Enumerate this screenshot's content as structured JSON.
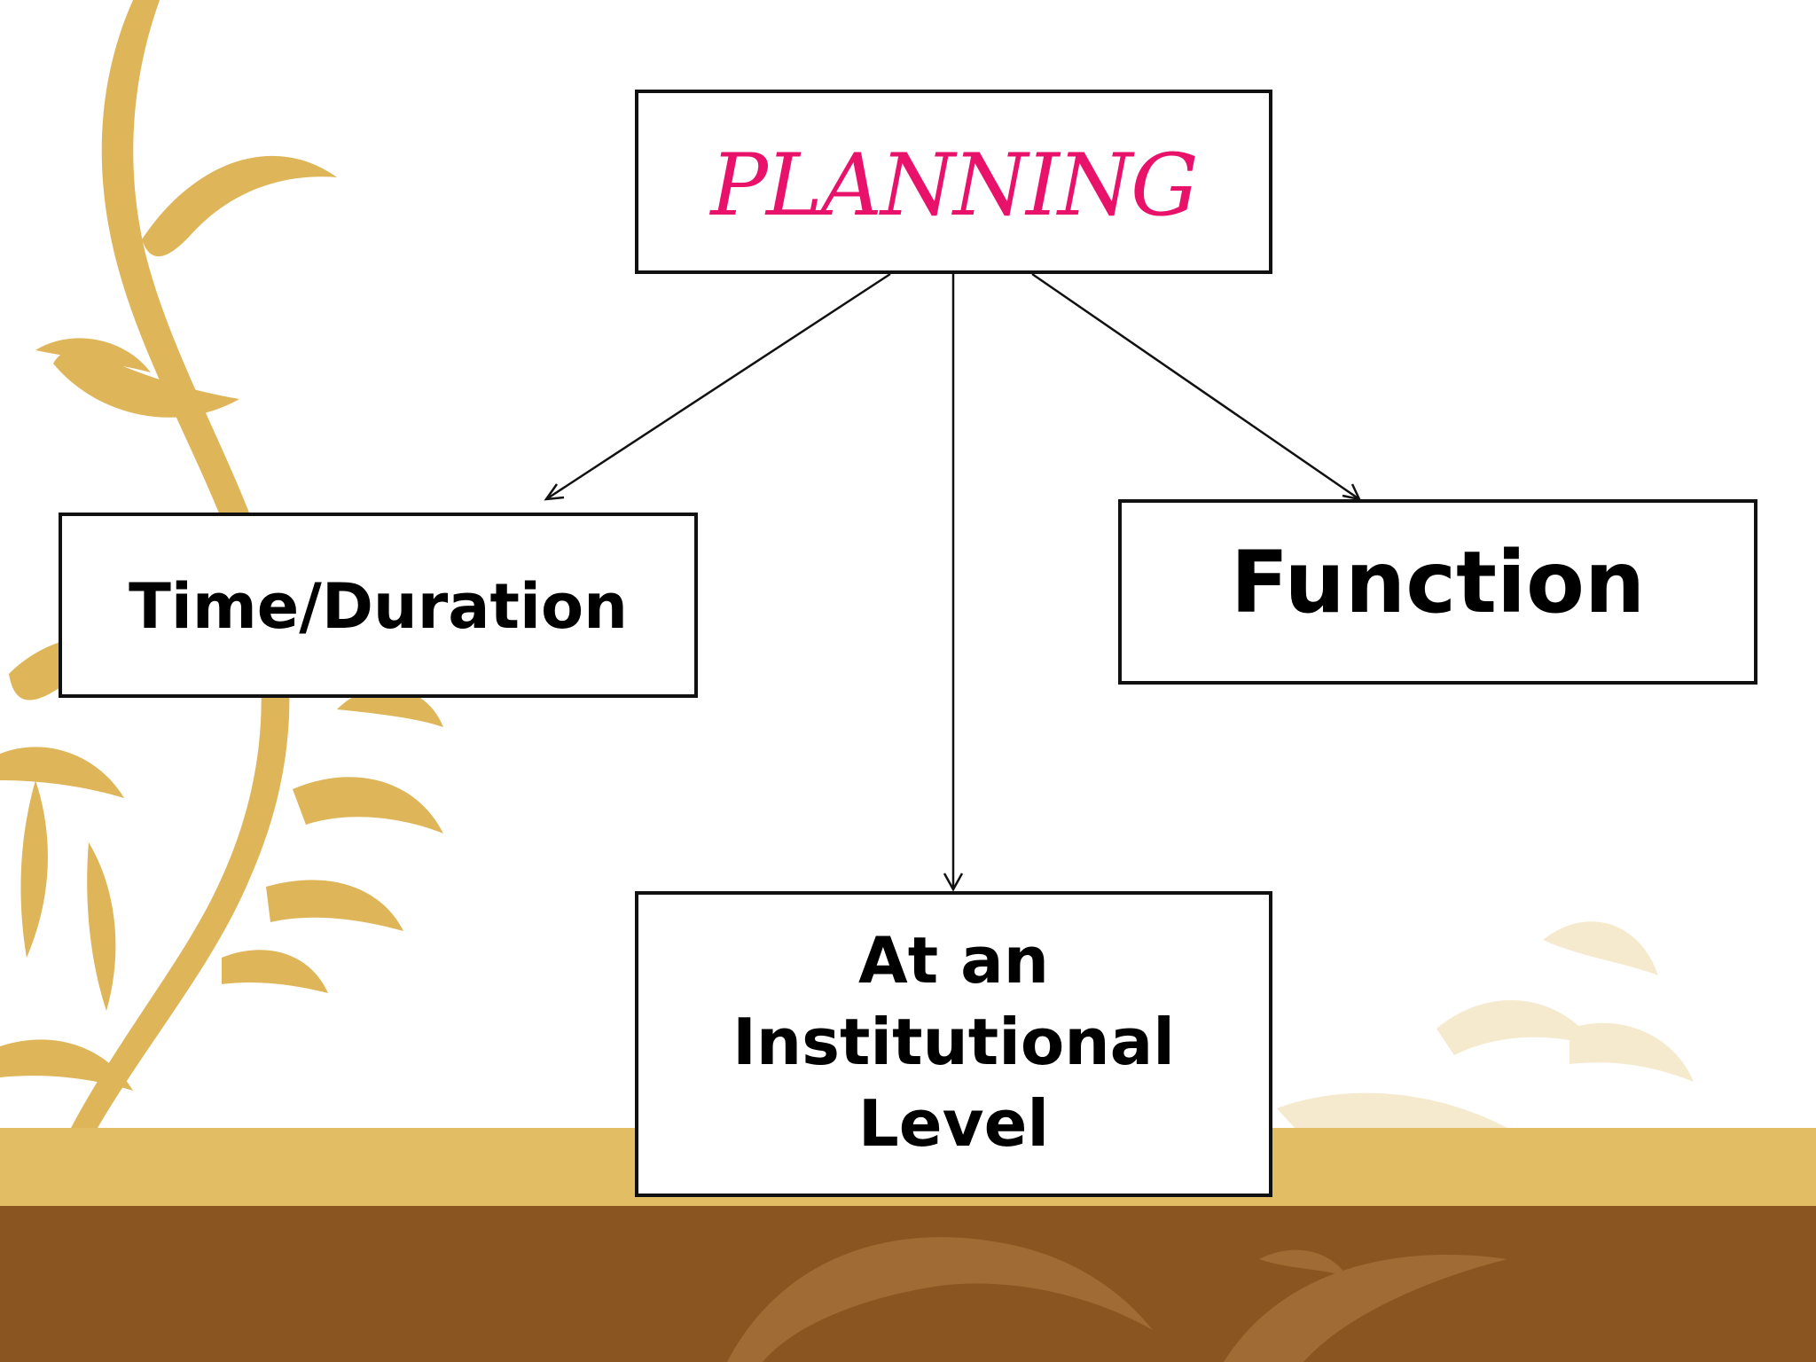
{
  "diagram": {
    "root": {
      "label": "PLANNING"
    },
    "children": [
      {
        "label": "Time/Duration"
      },
      {
        "label": "Function"
      },
      {
        "label": "At an Institutional Level"
      }
    ]
  },
  "colors": {
    "root_text": "#e8126a",
    "node_text": "#000000",
    "border": "#111111",
    "ornament_gold": "#dfb55a",
    "band_gold": "#e3bd63",
    "band_brown": "#8b5522"
  }
}
